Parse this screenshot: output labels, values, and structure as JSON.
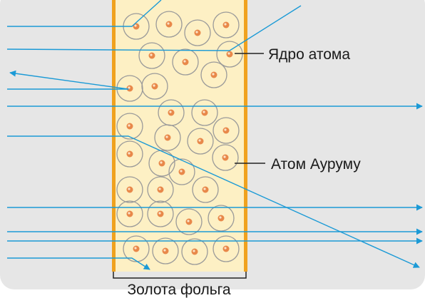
{
  "labels": {
    "nucleus": "Ядро атома",
    "atom": "Атом Ауруму",
    "foil": "Золота фольга"
  },
  "colors": {
    "background": "#e6e6e6",
    "foil_fill": "#fdf0c4",
    "foil_edge": "#f0a21e",
    "atom_ring": "#9a9a9a",
    "nucleus_fill": "#e8884a",
    "nucleus_core": "#fbe3c8",
    "ray": "#1b9ad6",
    "callout_line": "#222222"
  }
}
